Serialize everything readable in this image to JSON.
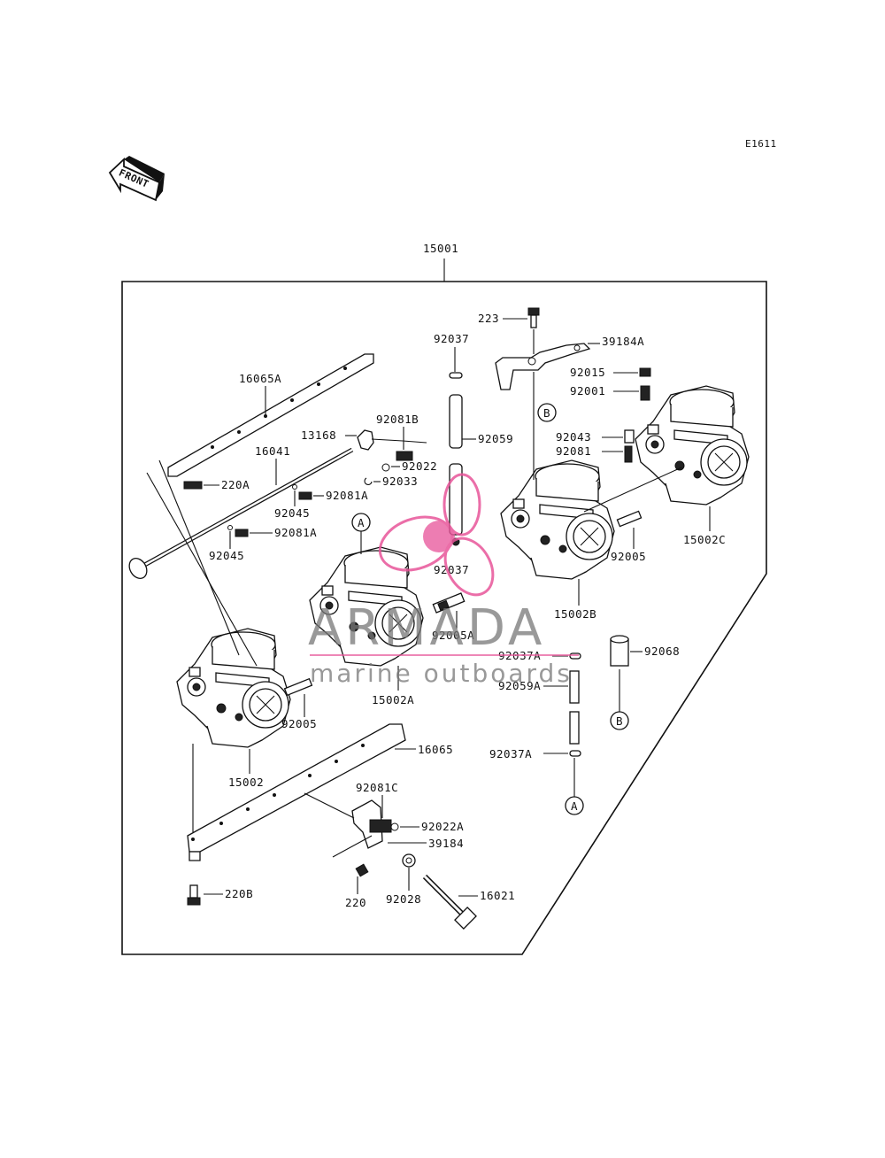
{
  "diagram_code": "E1611",
  "front_label": "FRONT",
  "assembly_label": "15001",
  "labels": {
    "l223": "223",
    "l39184A": "39184A",
    "l92037_top": "92037",
    "l92015": "92015",
    "l92001": "92001",
    "l16065A": "16065A",
    "l92081B": "92081B",
    "l13168": "13168",
    "l92059": "92059",
    "l92043": "92043",
    "l92081": "92081",
    "l16041": "16041",
    "l92022": "92022",
    "l220A": "220A",
    "l92033": "92033",
    "l92081A_1": "92081A",
    "l92045_1": "92045",
    "l92081A_2": "92081A",
    "l92045_2": "92045",
    "l92037_mid": "92037",
    "l92005_right": "92005",
    "l15002C": "15002C",
    "l15002B": "15002B",
    "l92005A": "92005A",
    "l92037A_1": "92037A",
    "l92068": "92068",
    "l92059A": "92059A",
    "l15002A": "15002A",
    "l92005_left": "92005",
    "l92037A_2": "92037A",
    "l16065": "16065",
    "l15002": "15002",
    "l92081C": "92081C",
    "l92022A": "92022A",
    "l39184": "39184",
    "l220B": "220B",
    "l220": "220",
    "l92028": "92028",
    "l16021": "16021"
  },
  "callouts": {
    "a": "A",
    "b": "B"
  },
  "watermark": {
    "brand": "ARMADA",
    "tagline": "marine outboards",
    "logo_color": "#e8559a"
  }
}
